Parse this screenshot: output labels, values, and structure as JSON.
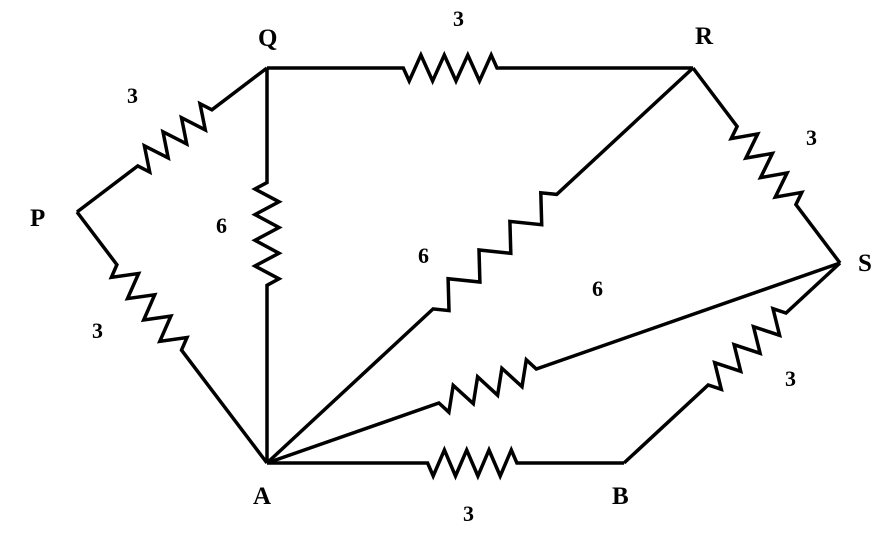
{
  "nodes": {
    "P": "P",
    "Q": "Q",
    "R": "R",
    "S": "S",
    "A": "A",
    "B": "B"
  },
  "resistors": [
    {
      "from": "P",
      "to": "Q",
      "value": "3"
    },
    {
      "from": "Q",
      "to": "R",
      "value": "3"
    },
    {
      "from": "R",
      "to": "S",
      "value": "3"
    },
    {
      "from": "P",
      "to": "A",
      "value": "3"
    },
    {
      "from": "Q",
      "to": "A",
      "value": "6"
    },
    {
      "from": "R",
      "to": "A",
      "value": "6"
    },
    {
      "from": "S",
      "to": "A",
      "value": "6"
    },
    {
      "from": "S",
      "to": "B",
      "value": "3"
    },
    {
      "from": "A",
      "to": "B",
      "value": "3"
    }
  ]
}
